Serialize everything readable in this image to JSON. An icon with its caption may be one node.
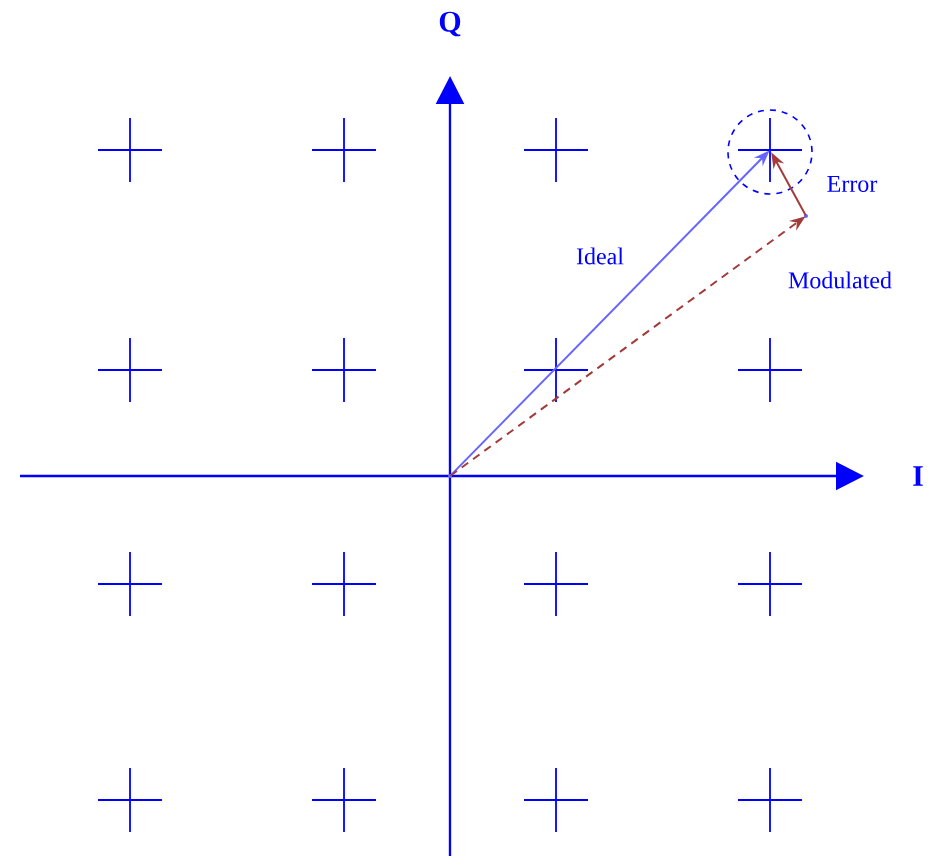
{
  "diagram": {
    "nodes": [
      {
        "text": [],
        "shape": "point"
      },
      {
        "text": [],
        "shape": "cross"
      },
      {
        "text": [],
        "shape": "point"
      }
    ],
    "edges": [
      {
        "from": 0,
        "to": 1,
        "arrow": "to",
        "label": "Ideal",
        "color": "#6666ff"
      },
      {
        "from": 0,
        "to": 2,
        "arrow": "to",
        "label": "Modulated",
        "style": "dashed",
        "color": "#a33b3b"
      },
      {
        "from": 2,
        "to": 1,
        "arrow": "to",
        "label": "Error",
        "color": "#a33b3b"
      }
    ],
    "labels": [
      "Q",
      "I"
    ]
  }
}
